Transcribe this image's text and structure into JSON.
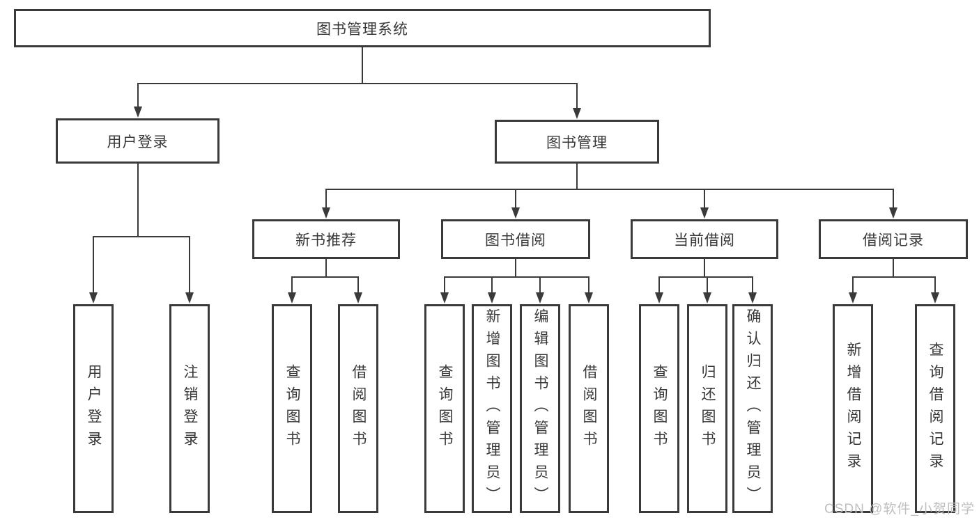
{
  "diagram": {
    "root": {
      "label": "图书管理系统"
    },
    "level2": {
      "userLogin": {
        "label": "用户登录"
      },
      "bookMgmt": {
        "label": "图书管理"
      }
    },
    "level3": {
      "newBookRec": {
        "label": "新书推荐"
      },
      "bookBorrow": {
        "label": "图书借阅"
      },
      "currentBorrow": {
        "label": "当前借阅"
      },
      "borrowRecords": {
        "label": "借阅记录"
      }
    },
    "leaves": {
      "userLogin": [
        "用户登录",
        "注销登录"
      ],
      "newBookRec": [
        "查询图书",
        "借阅图书"
      ],
      "bookBorrow": [
        "查询图书",
        "新增图书（管理员）",
        "编辑图书（管理员）",
        "借阅图书"
      ],
      "currentBorrow": [
        "查询图书",
        "归还图书",
        "确认归还（管理员）"
      ],
      "borrowRecords": [
        "新增借阅记录",
        "查询借阅记录"
      ]
    },
    "watermark": "CSDN @软件_小贺同学",
    "colors": {
      "line": "#3a3a3a",
      "text": "#383838",
      "watermark": "#bfbfbf",
      "background": "#ffffff"
    }
  }
}
